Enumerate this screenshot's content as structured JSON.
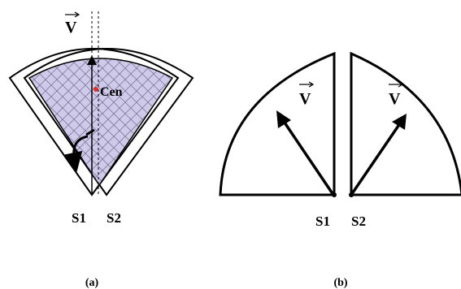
{
  "figure": {
    "panel_a": {
      "vector_label": "V",
      "center_label": "Cen",
      "sensor_1_label": "S1",
      "sensor_2_label": "S2",
      "caption": "(a)"
    },
    "panel_b": {
      "vector_left_label": "V",
      "vector_right_label": "V",
      "sensor_1_label": "S1",
      "sensor_2_label": "S2",
      "caption": "(b)"
    }
  },
  "colors": {
    "fill_purple": "#cfcae9",
    "hatch": "#6f6a8c",
    "stroke": "#000000",
    "center_dot": "#e0302a"
  }
}
